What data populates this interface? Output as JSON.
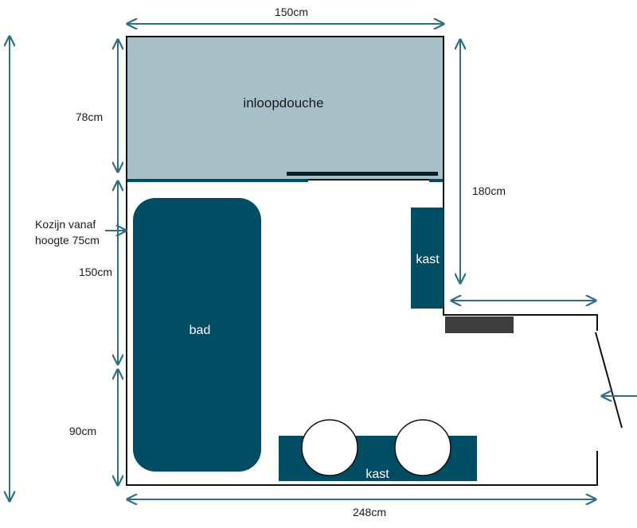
{
  "colors": {
    "shower_fill": "#a7bfc7",
    "fixture_fill": "#004c62",
    "arrow_color": "#2f6f86",
    "wall_color": "#111111",
    "radiator_fill": "#3d3d3d"
  },
  "labels": {
    "top_width": "150cm",
    "shower_depth": "78cm",
    "shower": "inloopdouche",
    "right_height": "180cm",
    "window_note_line1": "Kozijn vanaf",
    "window_note_line2": "hoogte 75cm",
    "left_mid": "150cm",
    "bath": "bad",
    "cabinet_right": "kast",
    "left_bottom": "90cm",
    "cabinet_bottom": "kast",
    "bottom_width": "248cm"
  }
}
